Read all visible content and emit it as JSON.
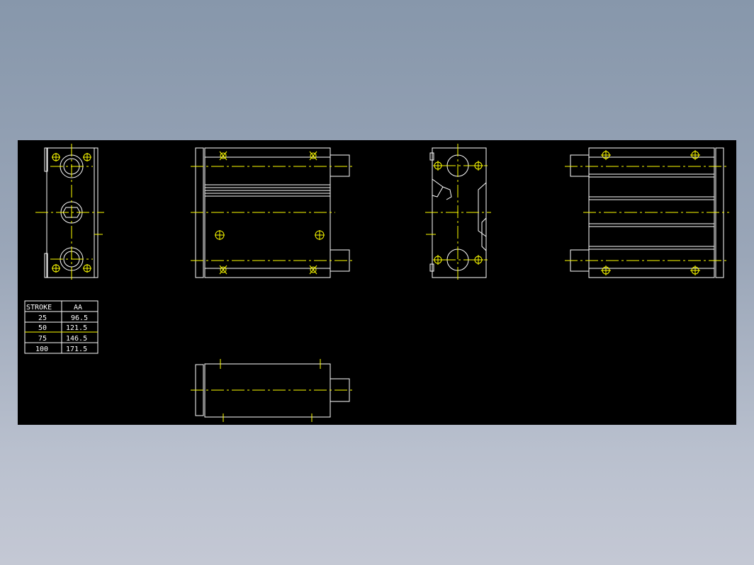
{
  "drawing": {
    "background": "#000000",
    "line_color": "#ffffff",
    "centerline_color": "#ffff00"
  },
  "stroke_table": {
    "headers": [
      "STROKE",
      "AA"
    ],
    "rows": [
      [
        "25",
        "96.5"
      ],
      [
        "50",
        "121.5"
      ],
      [
        "75",
        "146.5"
      ],
      [
        "100",
        "171.5"
      ]
    ]
  }
}
